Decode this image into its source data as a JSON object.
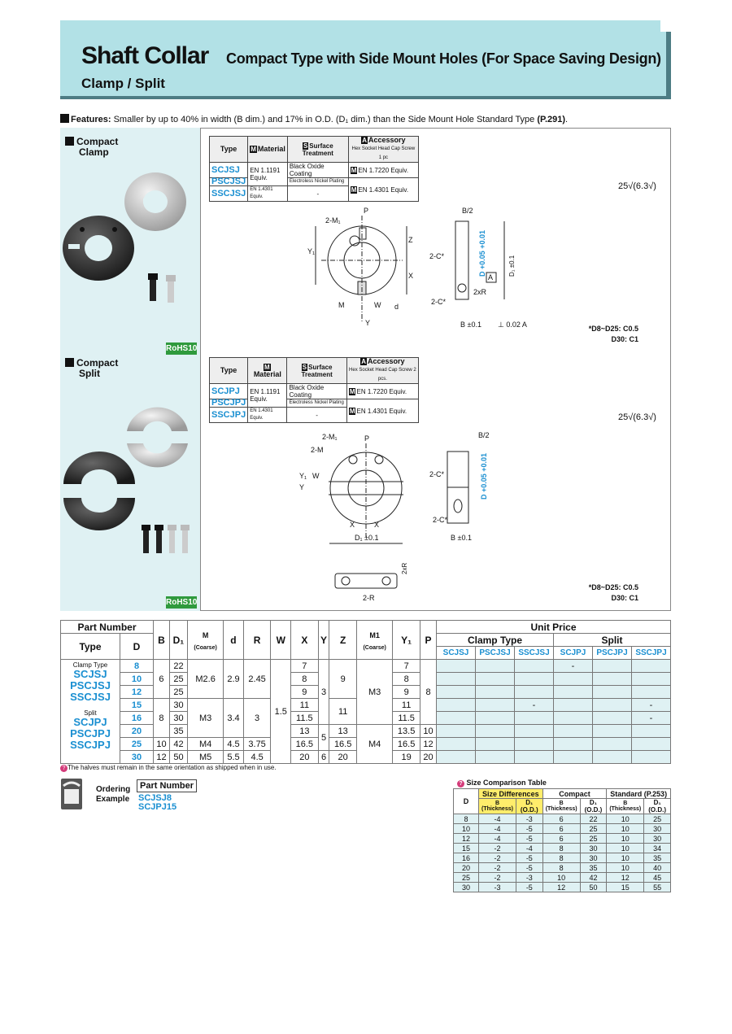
{
  "header": {
    "title": "Shaft Collar",
    "subtitle": "Compact Type with Side Mount Holes (For Space Saving Design)",
    "subtitle2": "Clamp / Split"
  },
  "features": {
    "label": "Features:",
    "text": "Smaller by up to 40% in width (B dim.) and 17% in O.D. (D₁ dim.) than the Side Mount Hole Standard Type",
    "ref": "(P.291)",
    "end": "."
  },
  "sections": {
    "clamp": {
      "label1": "Compact",
      "label2": "Clamp",
      "rohs": "RoHS10",
      "table": {
        "col_type": "Type",
        "col_material": "Material",
        "col_surface": "Surface Treatment",
        "col_accessory": "Accessory",
        "accessory_sub": "Hex Socket Head Cap Screw 1 pc",
        "rows": [
          {
            "type": "SCJSJ",
            "material": "EN 1.1191",
            "surface": "Black Oxide Coating",
            "accessory": "EN 1.7220 Equiv."
          },
          {
            "type": "PSCJSJ",
            "material": "Equiv.",
            "surface": "Electroless Nickel Plating",
            "accessory": "EN 1.4301 Equiv."
          },
          {
            "type": "SSCJSJ",
            "material": "EN 1.4301 Equiv.",
            "surface": "-",
            "accessory": ""
          }
        ]
      },
      "roughness": "25√(6.3√)",
      "note1": "*D8~D25: C0.5",
      "note2": "D30: C1"
    },
    "split": {
      "label1": "Compact",
      "label2": "Split",
      "rohs": "RoHS10",
      "table": {
        "col_type": "Type",
        "col_material": "Material",
        "col_surface": "Surface Treatment",
        "col_accessory": "Accessory",
        "accessory_sub": "Hex Socket Head Cap Screw 2 pcs.",
        "rows": [
          {
            "type": "SCJPJ",
            "material": "EN 1.1191",
            "surface": "Black Oxide Coating",
            "accessory": "EN 1.7220 Equiv."
          },
          {
            "type": "PSCJPJ",
            "material": "Equiv.",
            "surface": "Electroless Nickel Plating",
            "accessory": "EN 1.4301 Equiv."
          },
          {
            "type": "SSCJPJ",
            "material": "EN 1.4301 Equiv.",
            "surface": "-",
            "accessory": ""
          }
        ]
      },
      "roughness": "25√(6.3√)",
      "note1": "*D8~D25: C0.5",
      "note2": "D30: C1"
    }
  },
  "drawing_labels": {
    "m1": "2-M₁",
    "p": "P",
    "y1": "Y₁",
    "z": "Z",
    "x": "X",
    "m": "M",
    "w": "W",
    "d": "d",
    "y": "Y",
    "b2": "B/2",
    "c": "2-C*",
    "d_tol": "D +0.05 +0.01",
    "d1_tol": "D₁ ±0.1",
    "a": "A",
    "r": "2xR",
    "b_tol": "B ±0.1",
    "perp": "⊥ 0.02 A",
    "m_split": "2-M",
    "x_split": "X",
    "d1_split": "D₁ ±0.1",
    "r_split": "2-R",
    "r2": "2xR",
    "rough_small": "6.3"
  },
  "main_table": {
    "h_part_number": "Part Number",
    "h_type": "Type",
    "h_d": "D",
    "h_b": "B",
    "h_d1": "D₁",
    "h_m": "M",
    "h_m_sub": "(Coarse)",
    "h_dd": "d",
    "h_r": "R",
    "h_w": "W",
    "h_x": "X",
    "h_y": "Y",
    "h_z": "Z",
    "h_m1": "M1",
    "h_m1_sub": "(Coarse)",
    "h_y1": "Y₁",
    "h_p": "P",
    "h_unit_price": "Unit Price",
    "h_clamp": "Clamp Type",
    "h_split": "Split",
    "price_cols": [
      "SCJSJ",
      "PSCJSJ",
      "SSCJSJ",
      "SCJPJ",
      "PSCJPJ",
      "SSCJPJ"
    ],
    "type_labels": {
      "clamp_label": "Clamp Type",
      "clamp_types": [
        "SCJSJ",
        "PSCJSJ",
        "SSCJSJ"
      ],
      "split_label": "Split",
      "split_types": [
        "SCJPJ",
        "PSCJPJ",
        "SSCJPJ"
      ]
    },
    "d_values": [
      "8",
      "10",
      "12",
      "15",
      "16",
      "20",
      "25",
      "30"
    ],
    "b_values": [
      "6",
      "8",
      "10",
      "12"
    ],
    "d1_values": [
      "22",
      "25",
      "25",
      "30",
      "30",
      "35",
      "42",
      "50"
    ],
    "m_values": [
      "M2.6",
      "M3",
      "M4",
      "M5"
    ],
    "dd_values": [
      "2.9",
      "3.4",
      "4.5",
      "5.5"
    ],
    "r_values": [
      "2.45",
      "3",
      "3.75",
      "4.5"
    ],
    "w_value": "1.5",
    "x_values": [
      "7",
      "8",
      "9",
      "11",
      "11.5",
      "13",
      "16.5",
      "20"
    ],
    "y_values": [
      "3",
      "5",
      "6"
    ],
    "z_values": [
      "9",
      "11",
      "13",
      "16.5",
      "20"
    ],
    "m1_values": [
      "M3",
      "M4"
    ],
    "y1_values": [
      "7",
      "8",
      "9",
      "11",
      "11.5",
      "13.5",
      "16.5",
      "19"
    ],
    "p_values": [
      "8",
      "10",
      "12",
      "20"
    ],
    "dash": "-"
  },
  "footnote": "The halves must remain in the same orientation as shipped when in use.",
  "ordering": {
    "label1": "Ordering",
    "label2": "Example",
    "header": "Part Number",
    "examples": [
      "SCJSJ8",
      "SCJPJ15"
    ]
  },
  "size_table": {
    "title": "Size Comparison Table",
    "h_d": "D",
    "h_diff": "Size Differences",
    "h_compact": "Compact",
    "h_standard": "Standard (P.253)",
    "h_b": "B (Thickness)",
    "h_d1": "D₁ (O.D.)",
    "rows": [
      [
        "8",
        "-4",
        "-3",
        "6",
        "22",
        "10",
        "25"
      ],
      [
        "10",
        "-4",
        "-5",
        "6",
        "25",
        "10",
        "30"
      ],
      [
        "12",
        "-4",
        "-5",
        "6",
        "25",
        "10",
        "30"
      ],
      [
        "15",
        "-2",
        "-4",
        "8",
        "30",
        "10",
        "34"
      ],
      [
        "16",
        "-2",
        "-5",
        "8",
        "30",
        "10",
        "35"
      ],
      [
        "20",
        "-2",
        "-5",
        "8",
        "35",
        "10",
        "40"
      ],
      [
        "25",
        "-2",
        "-3",
        "10",
        "42",
        "12",
        "45"
      ],
      [
        "30",
        "-3",
        "-5",
        "12",
        "50",
        "15",
        "55"
      ]
    ]
  },
  "colors": {
    "header_bg": "#b2e1e6",
    "accent_blue": "#1a8fd1",
    "light_cell": "#dff1f3",
    "rohs_green": "#2f9a3d",
    "yellow": "#ffed6b"
  }
}
